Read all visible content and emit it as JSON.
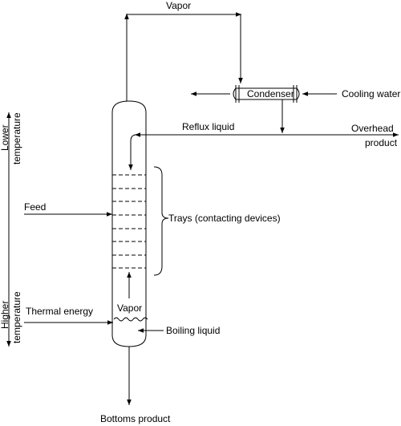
{
  "labels": {
    "vapor_top": "Vapor",
    "condenser": "Condenser",
    "cooling_water": "Cooling water",
    "reflux_liquid": "Reflux liquid",
    "overhead_line1": "Overhead",
    "overhead_line2": "product",
    "lower_line1": "Lower",
    "lower_line2": "temperature",
    "higher_line1": "Higher",
    "higher_line2": "temperature",
    "feed": "Feed",
    "trays": "Trays (contacting devices)",
    "thermal_energy": "Thermal energy",
    "vapor_inside": "Vapor",
    "boiling_liquid": "Boiling liquid",
    "bottoms_product": "Bottoms product"
  }
}
